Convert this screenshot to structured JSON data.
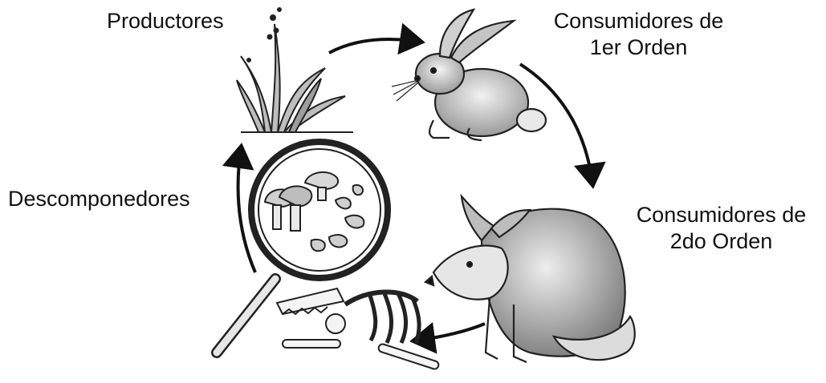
{
  "diagram": {
    "labels": {
      "producers": "Productores",
      "primary_consumers_line1": "Consumidores de",
      "primary_consumers_line2": "1er Orden",
      "secondary_consumers_line1": "Consumidores de",
      "secondary_consumers_line2": "2do Orden",
      "decomposers": "Descomponedores"
    },
    "illustrations": [
      "grass-plant",
      "rabbit",
      "fox",
      "skeleton",
      "magnifying-glass-with-fungi"
    ],
    "colors": {
      "ink": "#111111",
      "shade": "#8a8a8a",
      "light": "#d9d9d9"
    }
  }
}
